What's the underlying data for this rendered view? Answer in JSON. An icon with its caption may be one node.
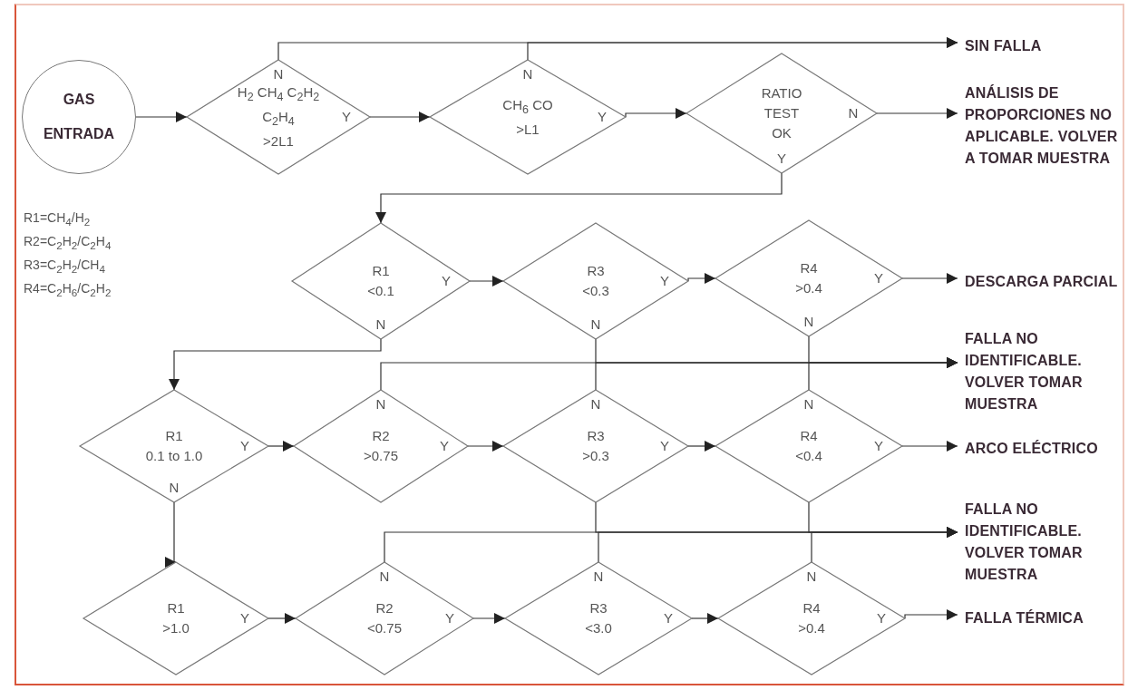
{
  "diagram": {
    "nodes": [
      {
        "text": [
          "GAS ENTRADA"
        ]
      },
      {
        "text": [
          "H$_{2}$ CH$_{4}$ C$_{2}$H$_{2}$ C$_{2}$H$_{4}$",
          ">2L1"
        ]
      },
      {
        "text": [
          "CH$_{6}$ CO",
          ">L1"
        ]
      },
      {
        "text": [
          "RATIO TEST OK"
        ]
      },
      {
        "text": [
          "SIN FALLA"
        ]
      },
      {
        "text": [
          "ANÁLISIS DE PROPORCIONES NO APLICABLE. VOLVER A TOMAR MUESTRA"
        ]
      },
      {
        "text": [
          "R1",
          "<0.1"
        ]
      },
      {
        "text": [
          "R3",
          "<0.3"
        ]
      },
      {
        "text": [
          "R4",
          ">0.4"
        ]
      },
      {
        "text": [
          "DESCARGA PARCIAL"
        ]
      },
      {
        "text": [
          "FALLA NO IDENTIFICABLE. VOLVER TOMAR MUESTRA"
        ]
      },
      {
        "text": [
          "R1",
          "0.1 to 1.0"
        ]
      },
      {
        "text": [
          "R2",
          ">0.75"
        ]
      },
      {
        "text": [
          "R3",
          ">0.3"
        ]
      },
      {
        "text": [
          "R4",
          "<0.4"
        ]
      },
      {
        "text": [
          "ARCO ELÉCTRICO"
        ]
      },
      {
        "text": [
          "FALLA NO IDENTIFICABLE. VOLVER TOMAR MUESTRA"
        ]
      },
      {
        "text": [
          "R1",
          ">1.0"
        ]
      },
      {
        "text": [
          "R2",
          "<0.75"
        ]
      },
      {
        "text": [
          "R3",
          "<3.0"
        ]
      },
      {
        "text": [
          "R4",
          ">0.4"
        ]
      },
      {
        "text": [
          "FALLA TÉRMICA"
        ]
      }
    ],
    "edges": [
      {
        "from": 0,
        "to": 1,
        "arrow": "to"
      },
      {
        "from": 1,
        "to": 4,
        "arrow": "to",
        "label": "N"
      },
      {
        "from": 1,
        "to": 2,
        "arrow": "to",
        "label": "Y"
      },
      {
        "from": 2,
        "to": 4,
        "arrow": "to",
        "label": "N"
      },
      {
        "from": 2,
        "to": 3,
        "arrow": "to",
        "label": "Y"
      },
      {
        "from": 3,
        "to": 5,
        "arrow": "to",
        "label": "N"
      },
      {
        "from": 3,
        "to": 6,
        "arrow": "to",
        "label": "Y"
      },
      {
        "from": 6,
        "to": 7,
        "arrow": "to",
        "label": "Y"
      },
      {
        "from": 7,
        "to": 8,
        "arrow": "to",
        "label": "Y"
      },
      {
        "from": 8,
        "to": 9,
        "arrow": "to",
        "label": "Y"
      },
      {
        "from": 6,
        "to": 11,
        "arrow": "to",
        "label": "N"
      },
      {
        "from": 7,
        "to": 10,
        "arrow": "to",
        "label": "N"
      },
      {
        "from": 8,
        "to": 10,
        "arrow": "to",
        "label": "N"
      },
      {
        "from": 11,
        "to": 12,
        "arrow": "to",
        "label": "Y"
      },
      {
        "from": 12,
        "to": 13,
        "arrow": "to",
        "label": "Y"
      },
      {
        "from": 13,
        "to": 14,
        "arrow": "to",
        "label": "Y"
      },
      {
        "from": 14,
        "to": 15,
        "arrow": "to",
        "label": "Y"
      },
      {
        "from": 12,
        "to": 10,
        "arrow": "to",
        "label": "N"
      },
      {
        "from": 13,
        "to": 10,
        "arrow": "to",
        "label": "N"
      },
      {
        "from": 14,
        "to": 10,
        "arrow": "to",
        "label": "N"
      },
      {
        "from": 13,
        "to": 16,
        "arrow": "to"
      },
      {
        "from": 14,
        "to": 16,
        "arrow": "to"
      },
      {
        "from": 11,
        "to": 17,
        "arrow": "to",
        "label": "N"
      },
      {
        "from": 17,
        "to": 18,
        "arrow": "to",
        "label": "Y"
      },
      {
        "from": 18,
        "to": 19,
        "arrow": "to",
        "label": "Y"
      },
      {
        "from": 19,
        "to": 20,
        "arrow": "to",
        "label": "Y"
      },
      {
        "from": 20,
        "to": 21,
        "arrow": "to",
        "label": "Y"
      },
      {
        "from": 18,
        "to": 16,
        "arrow": "to",
        "label": "N"
      },
      {
        "from": 19,
        "to": 16,
        "arrow": "to",
        "label": "N"
      },
      {
        "from": 20,
        "to": 16,
        "arrow": "to",
        "label": "N"
      }
    ],
    "labels": [
      "R1=CH$_{4}$/H$_{2}$",
      "R2=C$_{2}$H$_{2}$/C$_{2}$H$_{4}$",
      "R3=C$_{2}$H$_{2}$/CH$_{4}$",
      "R4=C$_{2}$H$_{6}$/C$_{2}$H$_{2}$"
    ]
  }
}
